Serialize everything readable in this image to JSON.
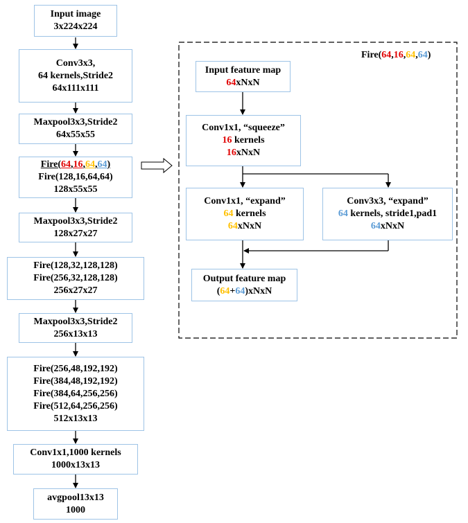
{
  "left": {
    "input": {
      "line1": "Input image",
      "line2": "3x224x224"
    },
    "conv1": {
      "line1": "Conv3x3,",
      "line2": "64 kernels,Stride2",
      "line3": "64x111x111"
    },
    "pool1": {
      "line1": "Maxpool3x3,Stride2",
      "line2": "64x55x55"
    },
    "fire23": {
      "fire_prefix": "Fire(",
      "a": "64",
      "b": "16",
      "c": "64",
      "d": "64",
      "suffix": ")",
      "line2": "Fire(128,16,64,64)",
      "line3": "128x55x55"
    },
    "pool2": {
      "line1": "Maxpool3x3,Stride2",
      "line2": "128x27x27"
    },
    "fire45": {
      "line1": "Fire(128,32,128,128)",
      "line2": "Fire(256,32,128,128)",
      "line3": "256x27x27"
    },
    "pool3": {
      "line1": "Maxpool3x3,Stride2",
      "line2": "256x13x13"
    },
    "fire69": {
      "line1": "Fire(256,48,192,192)",
      "line2": "Fire(384,48,192,192)",
      "line3": "Fire(384,64,256,256)",
      "line4": "Fire(512,64,256,256)",
      "line5": "512x13x13"
    },
    "conv10": {
      "line1": "Conv1x1,1000 kernels",
      "line2": "1000x13x13"
    },
    "avgpool": {
      "line1": "avgpool13x13",
      "line2": "1000"
    }
  },
  "fire_module": {
    "title": {
      "prefix": "Fire(",
      "a": "64",
      "b": "16",
      "c": "64",
      "d": "64",
      "suffix": ")"
    },
    "input": {
      "line1": "Input feature map",
      "ch": "64",
      "rest": "xNxN"
    },
    "squeeze": {
      "line1": "Conv1x1, “squeeze”",
      "k": "16",
      "k_rest": " kernels",
      "ch": "16",
      "rest": "xNxN"
    },
    "expand1": {
      "line1": "Conv1x1, “expand”",
      "k": "64",
      "k_rest": " kernels",
      "ch": "64",
      "rest": "xNxN"
    },
    "expand3": {
      "line1": "Conv3x3, “expand”",
      "k": "64",
      "k_rest": " kernels, stride1,pad1",
      "ch": "64",
      "rest": "xNxN"
    },
    "output": {
      "line1": "Output feature map",
      "open": "(",
      "a": "64",
      "plus": "+",
      "b": "64",
      "rest": ")xNxN"
    }
  },
  "colors": {
    "red": "#e00000",
    "yellow": "#ffc000",
    "blue": "#5b9bd5",
    "box_border": "#9dc3e6"
  }
}
